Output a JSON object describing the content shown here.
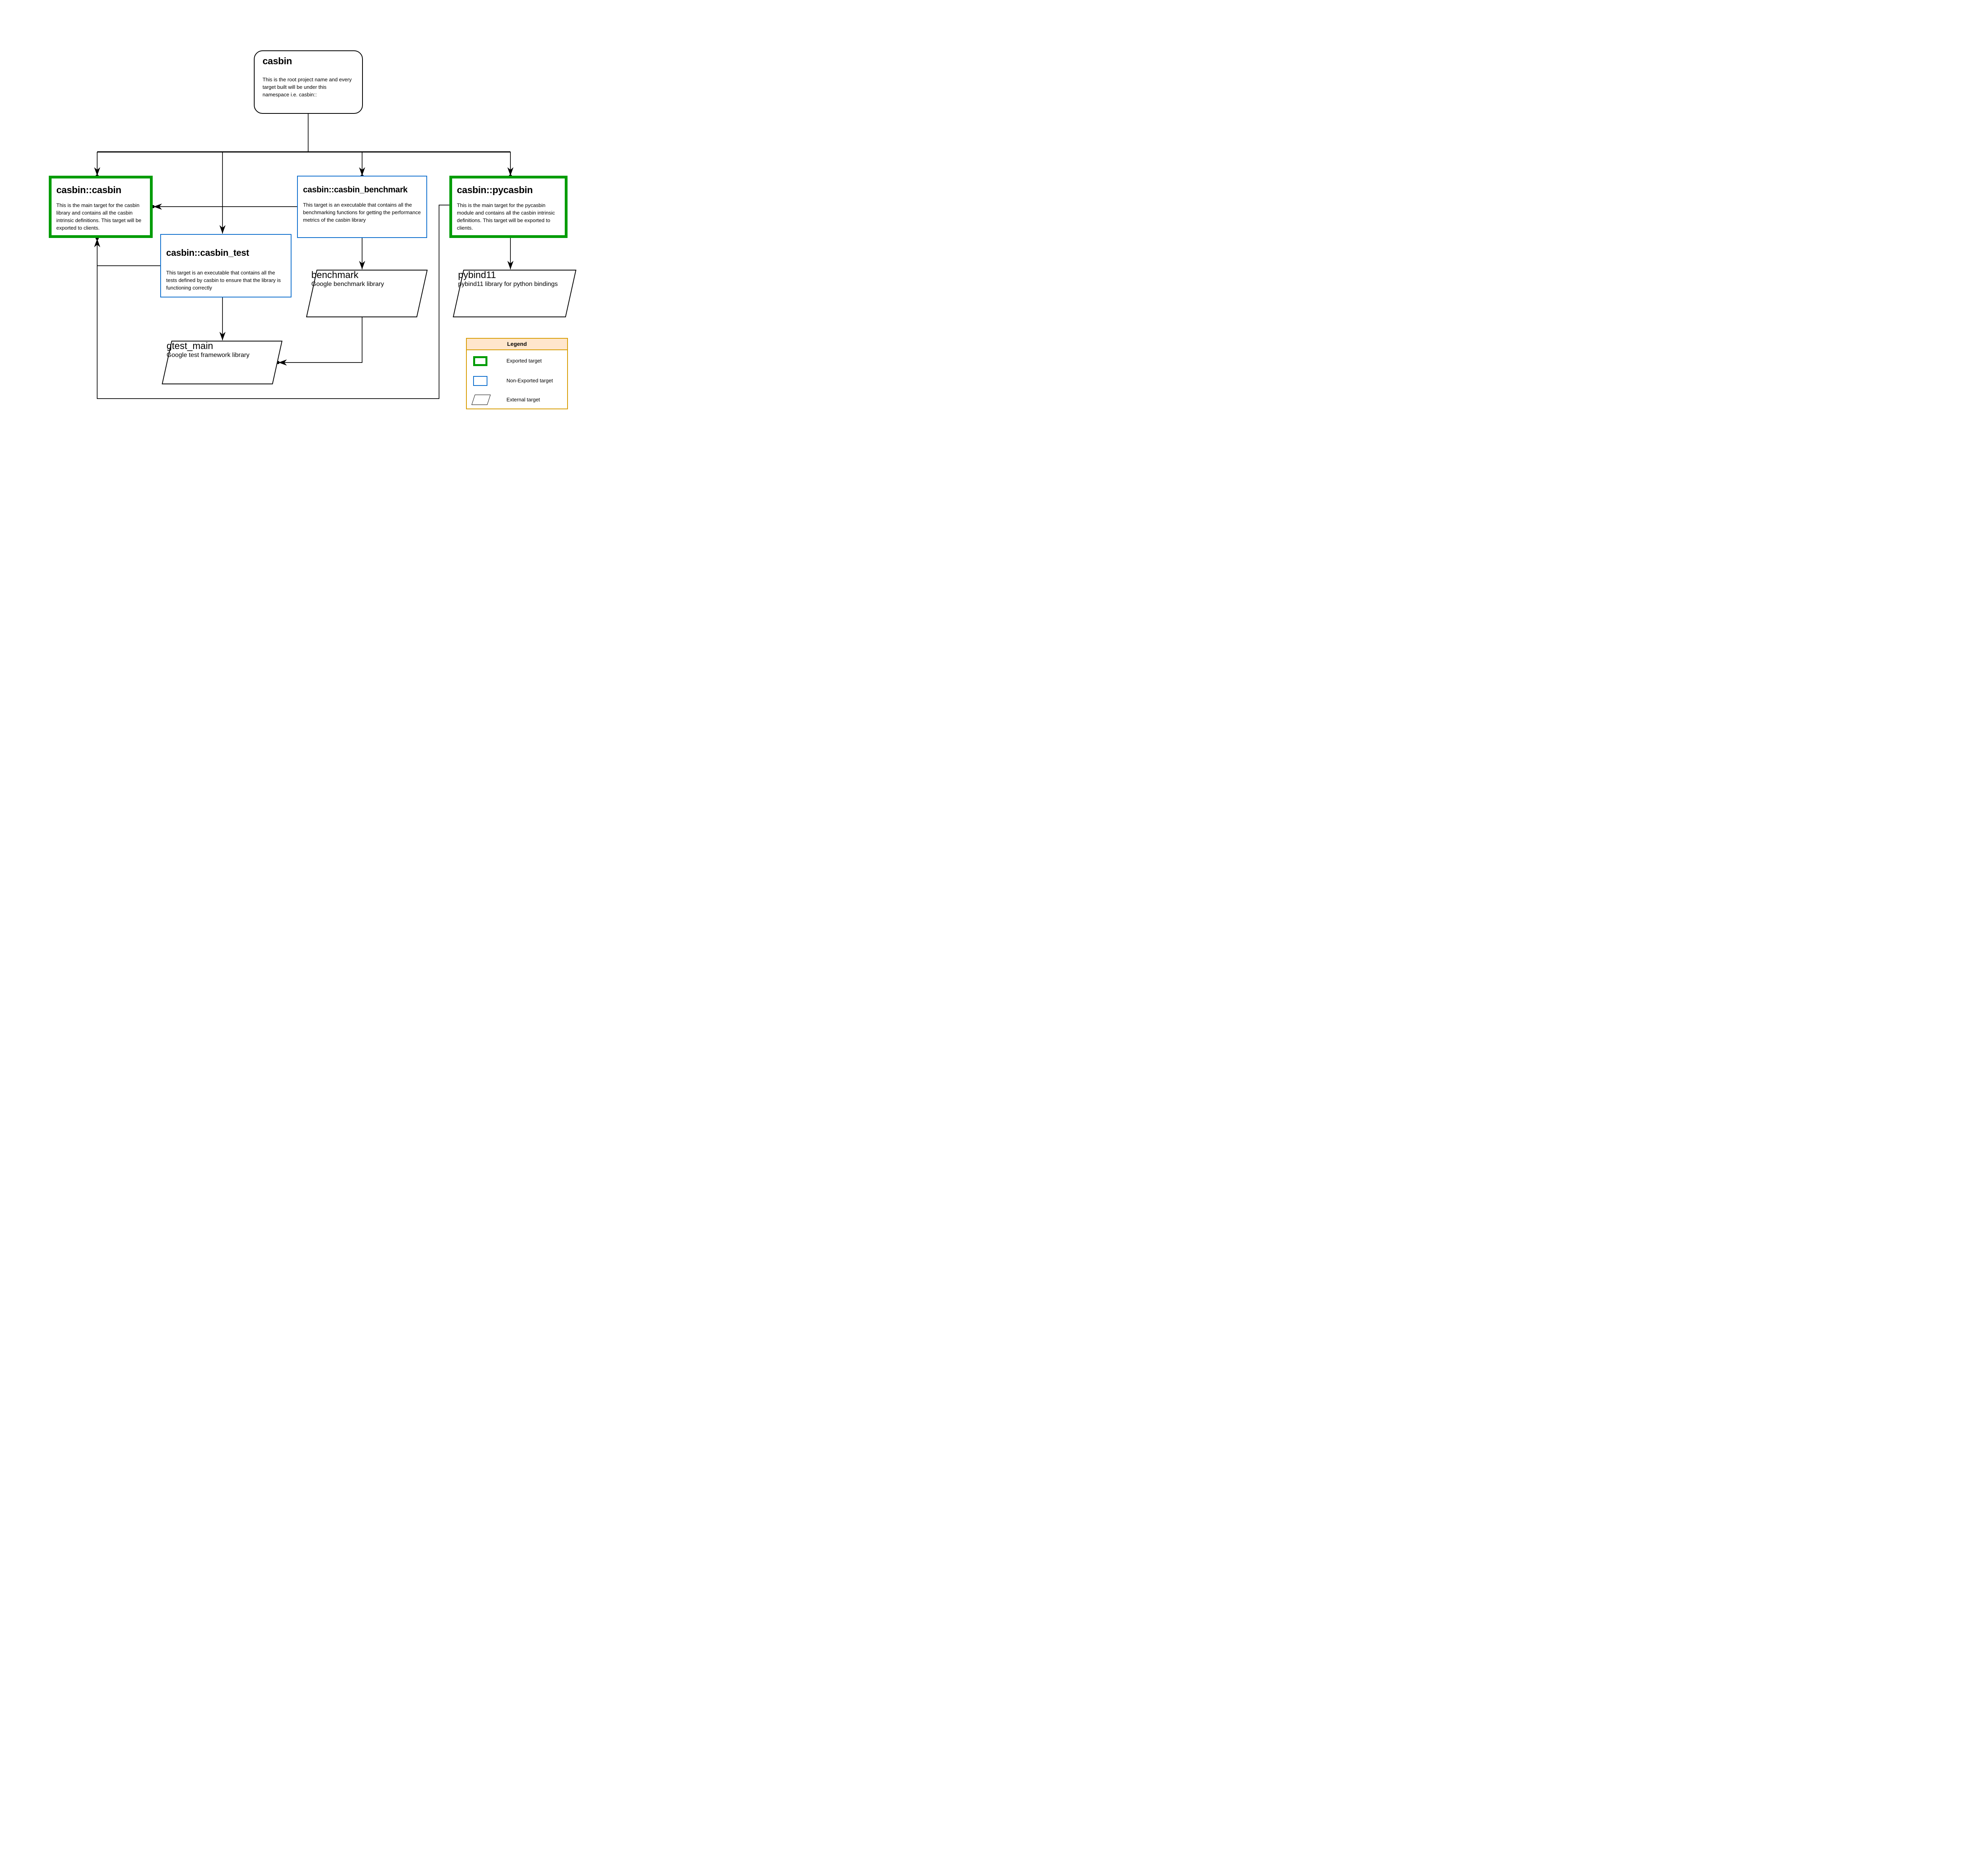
{
  "nodes": {
    "root": {
      "title": "casbin",
      "type": "root",
      "description": "This is the root project name and every target built will be under this namespace i.e. casbin::"
    },
    "casbin": {
      "title": "casbin::casbin",
      "type": "exported",
      "description": "This is the main target for the casbin library and contains all the casbin intrinsic definitions. This target will be exported to clients."
    },
    "casbin_benchmark": {
      "title": "casbin::casbin_benchmark",
      "type": "non-exported",
      "description": "This target is an executable that contains all the benchmarking functions for getting the performance metrics of the casbin library"
    },
    "pycasbin": {
      "title": "casbin::pycasbin",
      "type": "exported",
      "description": "This is the main target for the pycasbin module and contains all the casbin intrinsic definitions. This target will be exported to clients."
    },
    "casbin_test": {
      "title": "casbin::casbin_test",
      "type": "non-exported",
      "description": "This target is an executable that contains all the tests defined by casbin to ensure that the library is functioning correctly"
    },
    "benchmark": {
      "title": "benchmark",
      "type": "external",
      "description": "Google benchmark library"
    },
    "pybind11": {
      "title": "pybind11",
      "type": "external",
      "description": "pybind11 library for python bindings"
    },
    "gtest_main": {
      "title": "gtest_main",
      "type": "external",
      "description": "Google test framework library"
    }
  },
  "edges": [
    {
      "from": "casbin",
      "to": "casbin::casbin"
    },
    {
      "from": "casbin",
      "to": "casbin::casbin_test"
    },
    {
      "from": "casbin",
      "to": "casbin::casbin_benchmark"
    },
    {
      "from": "casbin",
      "to": "casbin::pycasbin"
    },
    {
      "from": "casbin::casbin_benchmark",
      "to": "casbin::casbin"
    },
    {
      "from": "casbin::pycasbin",
      "to": "casbin::casbin"
    },
    {
      "from": "casbin::casbin_test",
      "to": "casbin::casbin"
    },
    {
      "from": "casbin::casbin_test",
      "to": "gtest_main"
    },
    {
      "from": "casbin::casbin_benchmark",
      "to": "benchmark"
    },
    {
      "from": "casbin::pycasbin",
      "to": "pybind11"
    },
    {
      "from": "benchmark",
      "to": "gtest_main"
    }
  ],
  "legend": {
    "title": "Legend",
    "items": [
      {
        "label": "Exported target"
      },
      {
        "label": "Non-Exported target"
      },
      {
        "label": "External target"
      }
    ]
  },
  "colors": {
    "exported": "#009C06",
    "non_exported": "#0D6ECD",
    "external": "#000000",
    "legend_border": "#D79B00",
    "legend_header_fill": "#FFE6CC",
    "line": "#000000"
  }
}
